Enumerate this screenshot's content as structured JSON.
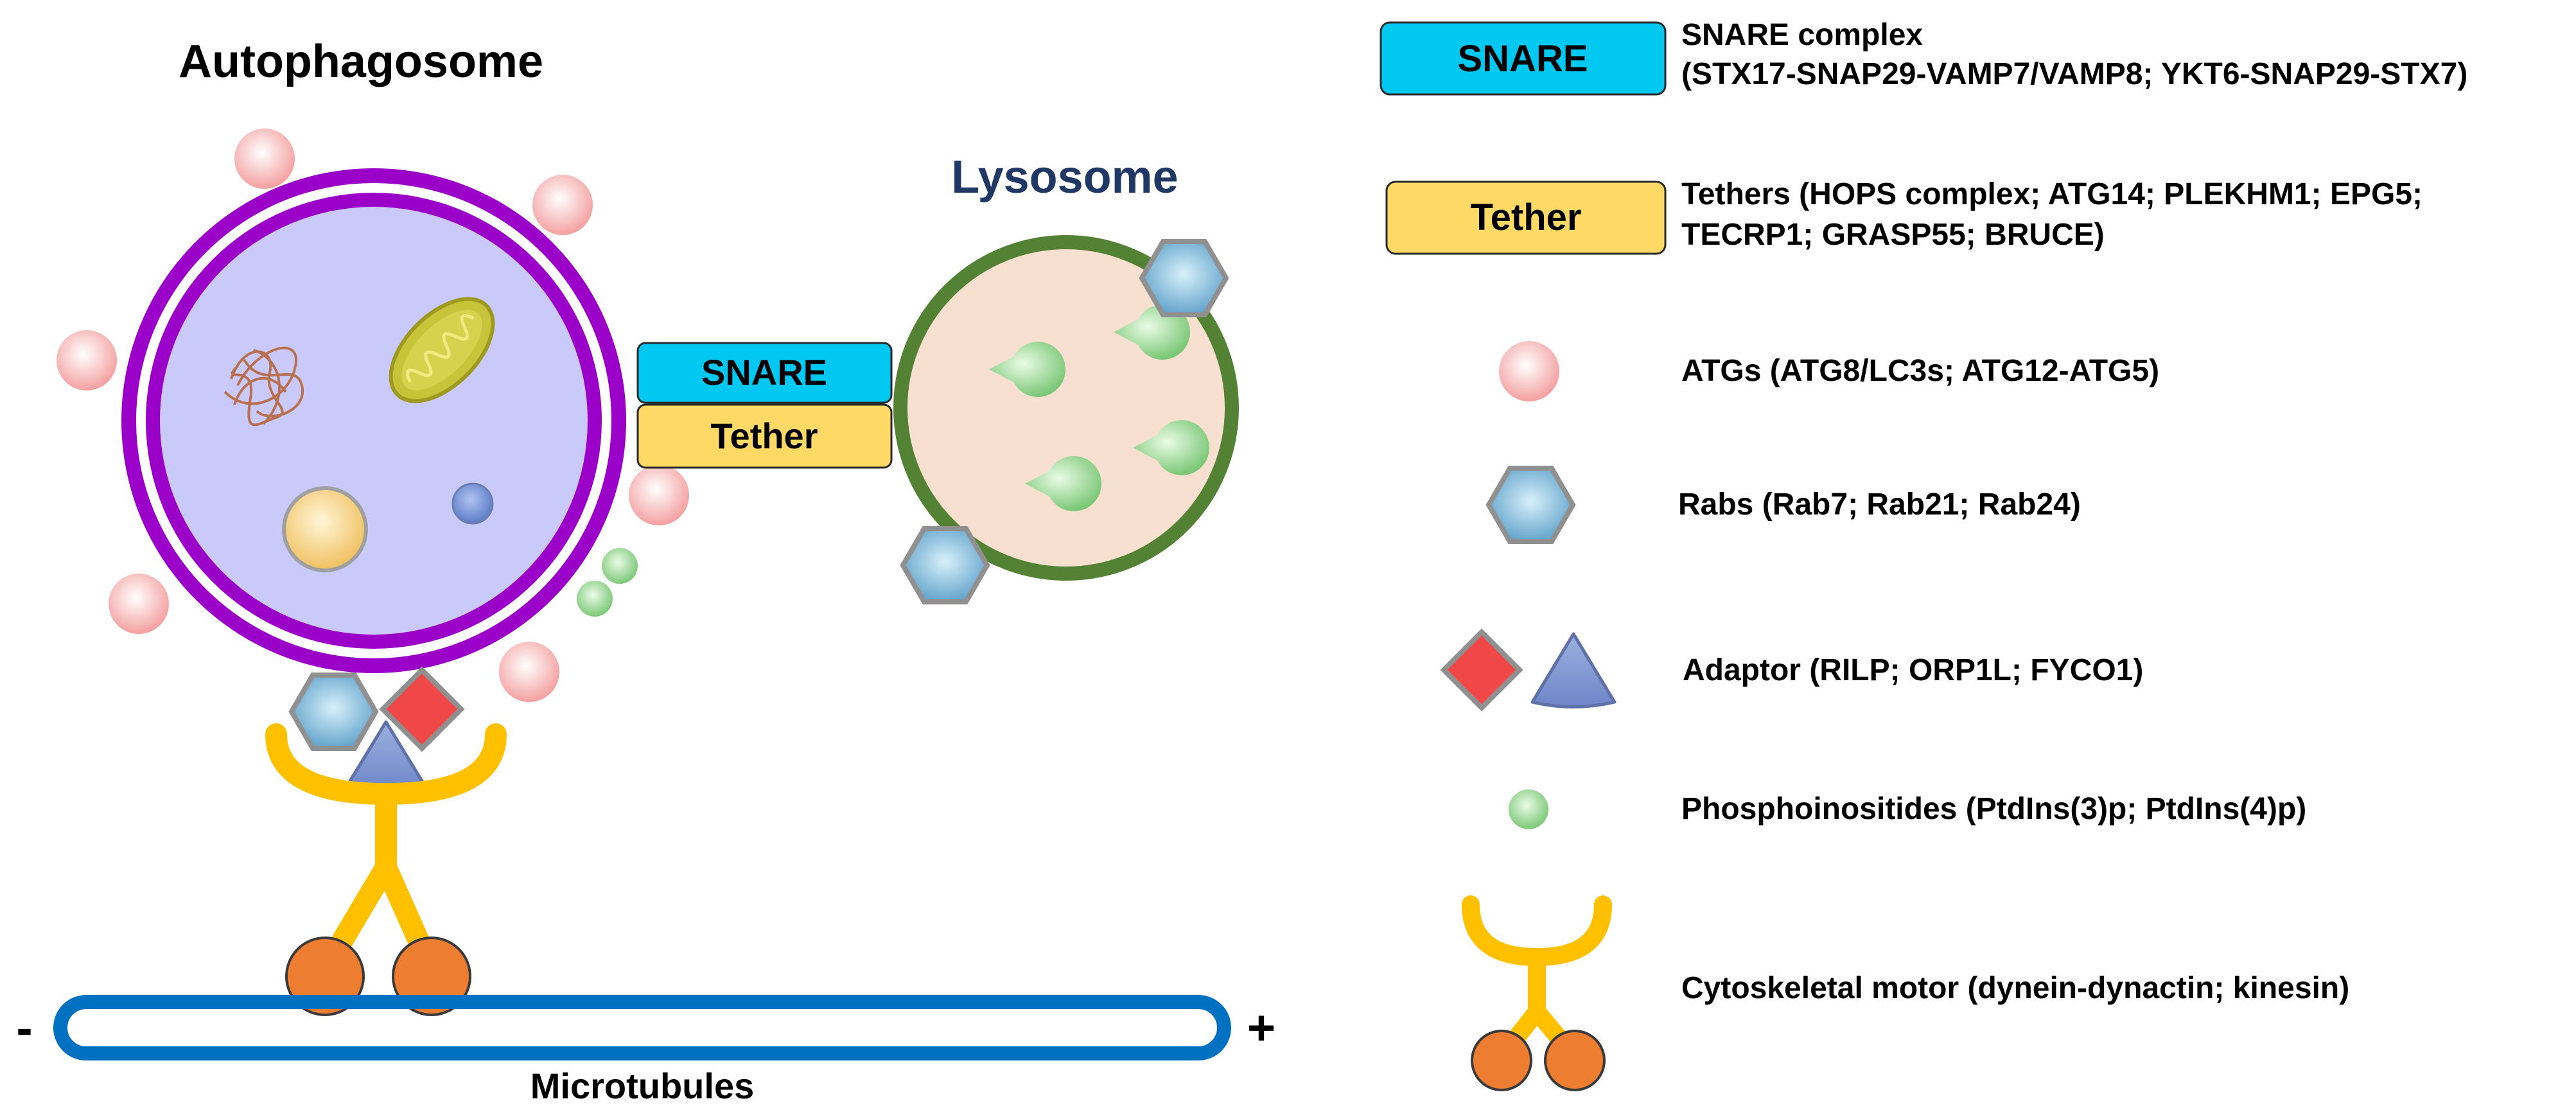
{
  "diagram": {
    "autophagosome_title": "Autophagosome",
    "lysosome_title": "Lysosome",
    "snare_box_label": "SNARE",
    "tether_box_label": "Tether",
    "microtubules_label": "Microtubules",
    "minus_end": "-",
    "plus_end": "+"
  },
  "legend": {
    "snare": {
      "box_label": "SNARE",
      "text_line1": "SNARE complex",
      "text_line2": "(STX17-SNAP29-VAMP7/VAMP8; YKT6-SNAP29-STX7)"
    },
    "tether": {
      "box_label": "Tether",
      "text_line1": "Tethers (HOPS complex; ATG14; PLEKHM1; EPG5;",
      "text_line2": "TECRP1; GRASP55; BRUCE)"
    },
    "atgs": {
      "text": "ATGs (ATG8/LC3s; ATG12-ATG5)"
    },
    "rabs": {
      "text": "Rabs (Rab7; Rab21; Rab24)"
    },
    "adaptor": {
      "text": "Adaptor (RILP; ORP1L; FYCO1)"
    },
    "phosphoinositides": {
      "text": "Phosphoinositides (PtdIns(3)p; PtdIns(4)p)"
    },
    "motor": {
      "text": "Cytoskeletal motor (dynein-dynactin; kinesin)"
    }
  },
  "colors": {
    "snare": "#00C8F0",
    "tether": "#FFD966",
    "autophagosome_membrane": "#9A00C8",
    "autophagosome_lumen": "#CACAFA",
    "lysosome_membrane": "#548235",
    "lysosome_lumen": "#F8E0D0",
    "atg": "#F4A0A0",
    "rab": "#5A9EC8",
    "adaptor_diamond": "#F04848",
    "adaptor_triangle": "#6E86C8",
    "phosphoinositide": "#8ED28A",
    "motor": "#FFC000",
    "motor_head": "#ED7D31",
    "microtubule": "#0070C0"
  }
}
